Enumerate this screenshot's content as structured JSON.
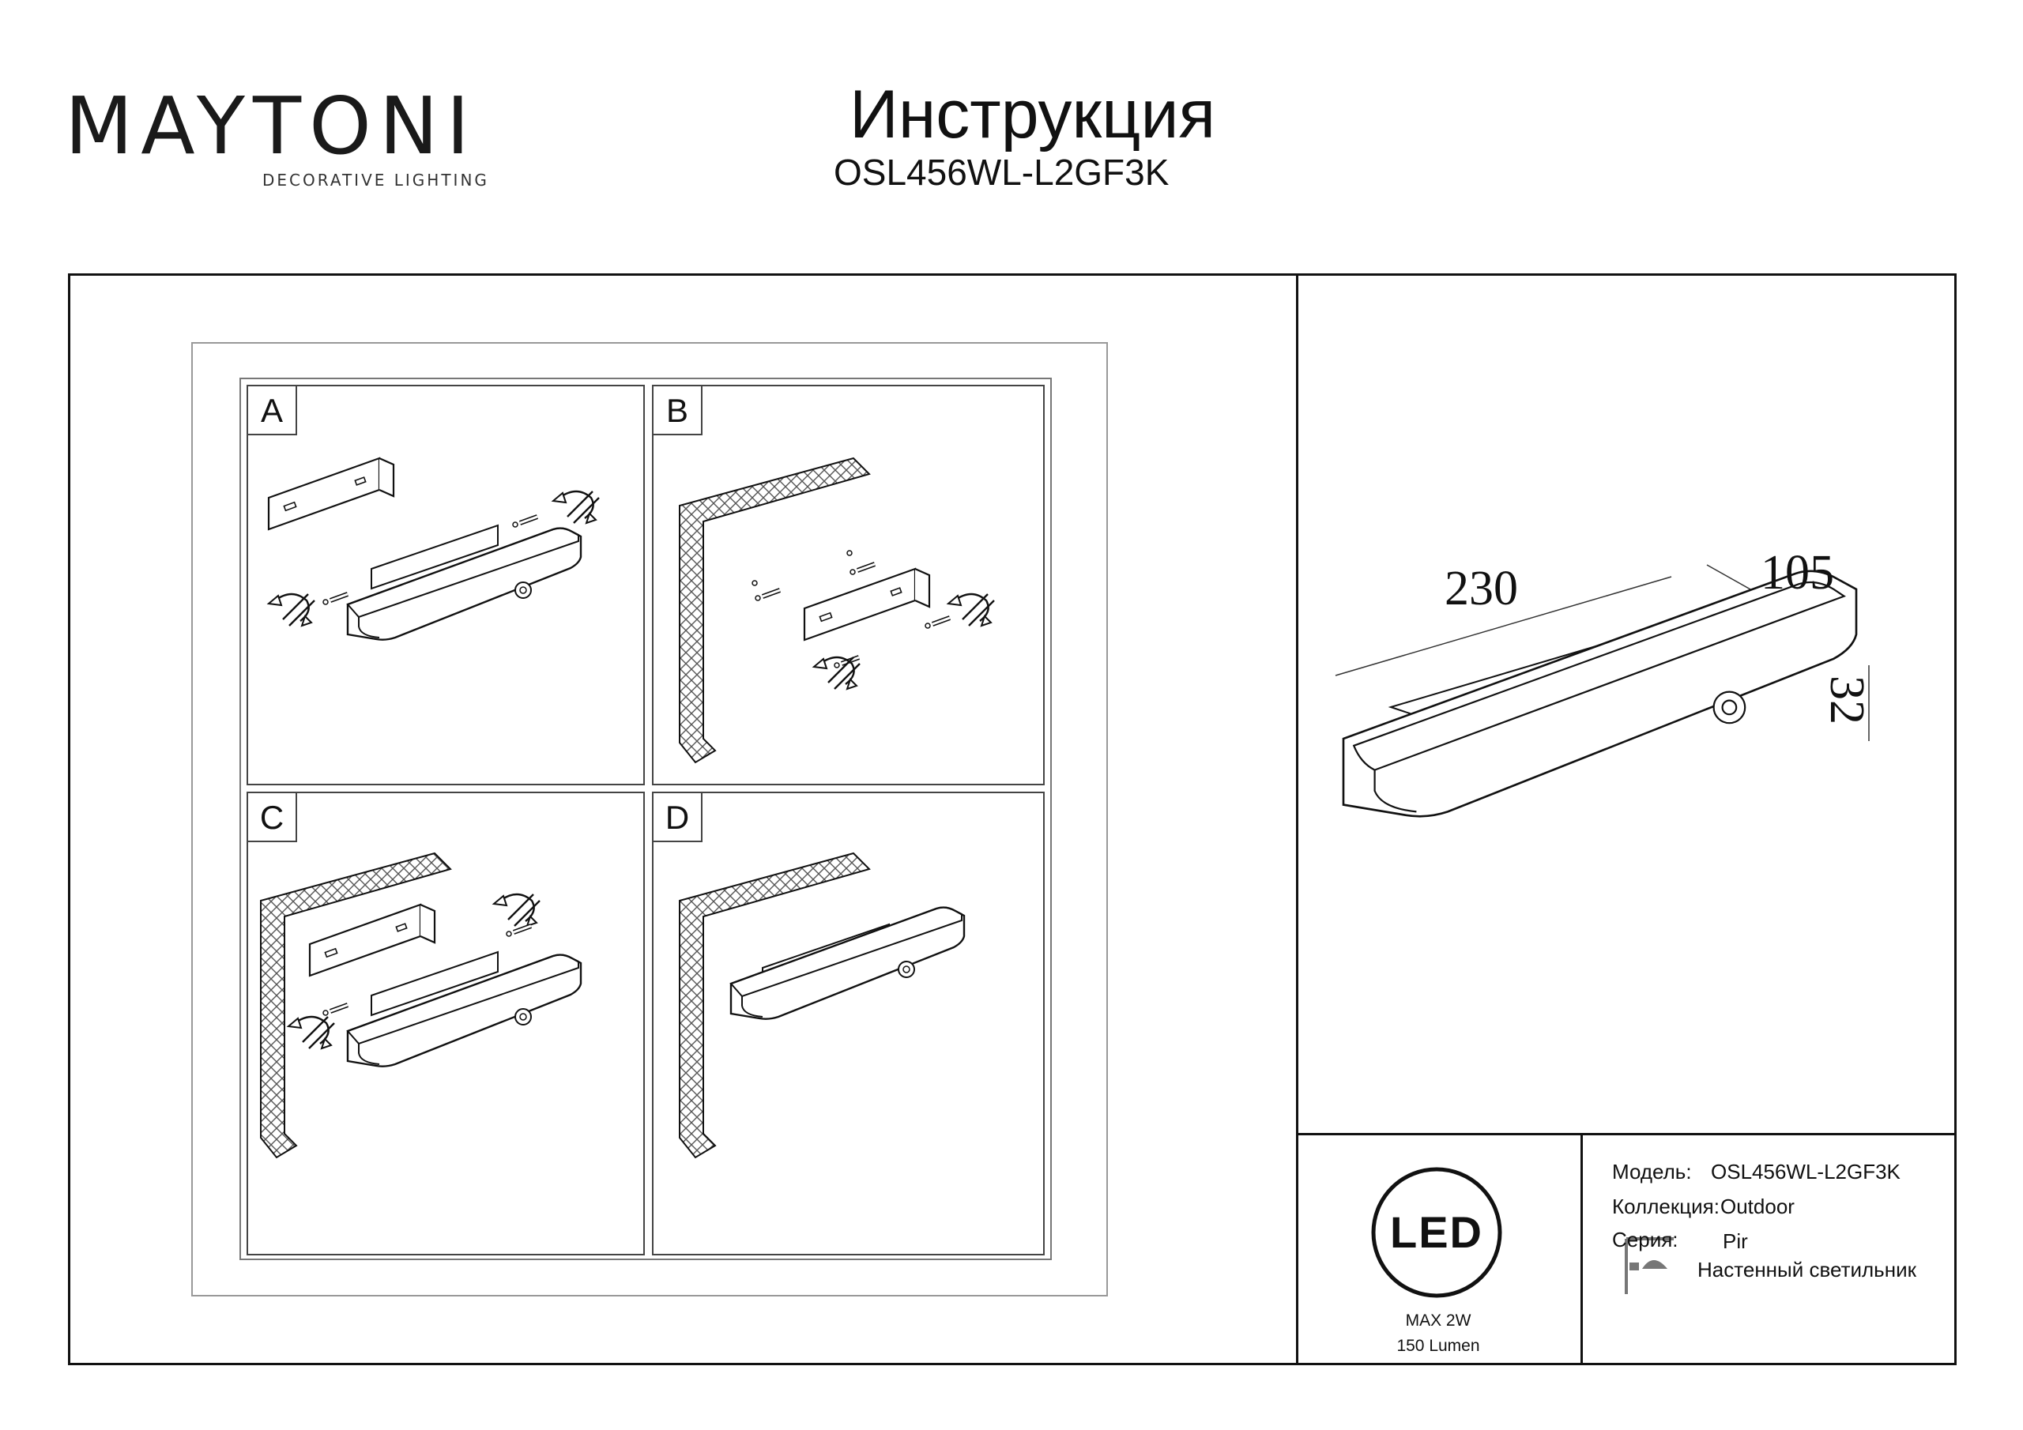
{
  "brand": {
    "name": "MAYTONI",
    "tagline": "DECORATIVE LIGHTING"
  },
  "header": {
    "title": "Инструкция",
    "model": "OSL456WL-L2GF3K"
  },
  "steps": [
    "A",
    "B",
    "C",
    "D"
  ],
  "dimensions": {
    "length": "230",
    "width": "105",
    "height": "32"
  },
  "badge": {
    "text": "LED",
    "power": "MAX 2W",
    "lumen": "150 Lumen"
  },
  "specs": {
    "model_label": "Модель:",
    "model_value": "OSL456WL-L2GF3K",
    "collection_label": "Коллекция:",
    "collection_value": "Outdoor",
    "series_label": "Серия:",
    "series_value": "Pir",
    "type_value": "Настенный светильник"
  },
  "colors": {
    "line": "#111111",
    "logo_dot": "#6b1f4d"
  }
}
